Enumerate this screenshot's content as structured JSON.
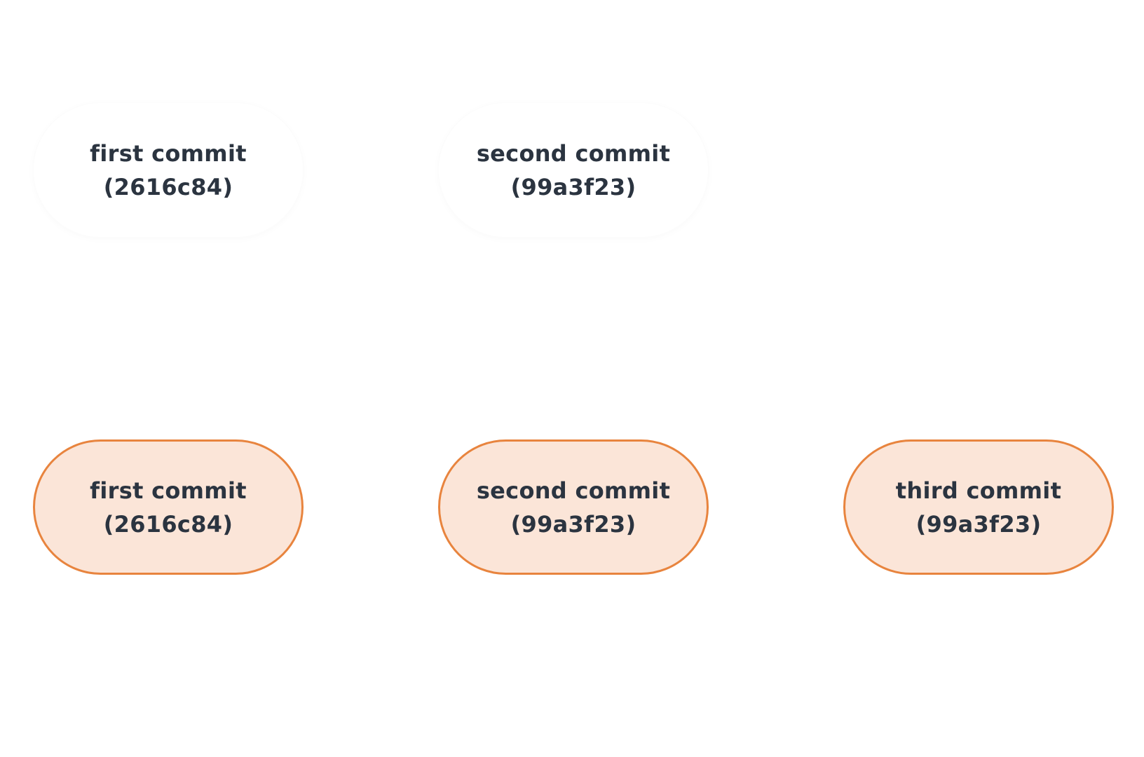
{
  "colors": {
    "background": "#ffffff",
    "text": "#2b3440",
    "active_fill": "#fbe5d8",
    "active_border": "#e8843e",
    "ghost_fill": "#ffffff"
  },
  "before": {
    "commits": [
      {
        "message": "first commit",
        "hash": "(2616c84)"
      },
      {
        "message": "second commit",
        "hash": "(99a3f23)"
      }
    ]
  },
  "after": {
    "commits": [
      {
        "message": "first commit",
        "hash": "(2616c84)"
      },
      {
        "message": "second commit",
        "hash": "(99a3f23)"
      },
      {
        "message": "third commit",
        "hash": "(99a3f23)"
      }
    ]
  }
}
